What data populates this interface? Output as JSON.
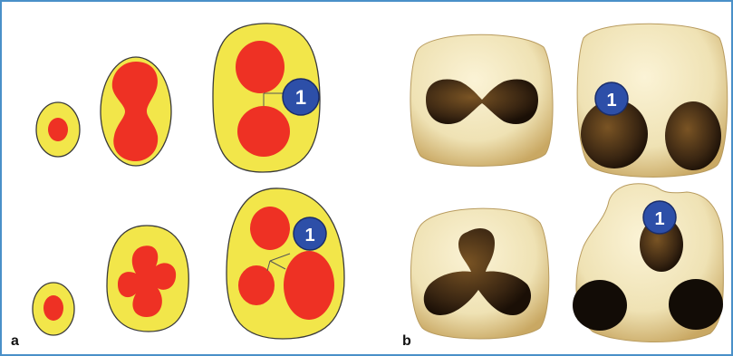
{
  "panel_a": {
    "label": "a",
    "badge": "1"
  },
  "panel_b": {
    "label": "b",
    "badge": "1"
  },
  "colors": {
    "border": "#4a90c8",
    "outline_fill": "#f2e64a",
    "chamber_fill": "#ee3124",
    "badge_fill": "#2d4fa8",
    "model_fill": "#efe2b4",
    "model_shadow": "#c9a863",
    "cavity": "#3a2612"
  }
}
